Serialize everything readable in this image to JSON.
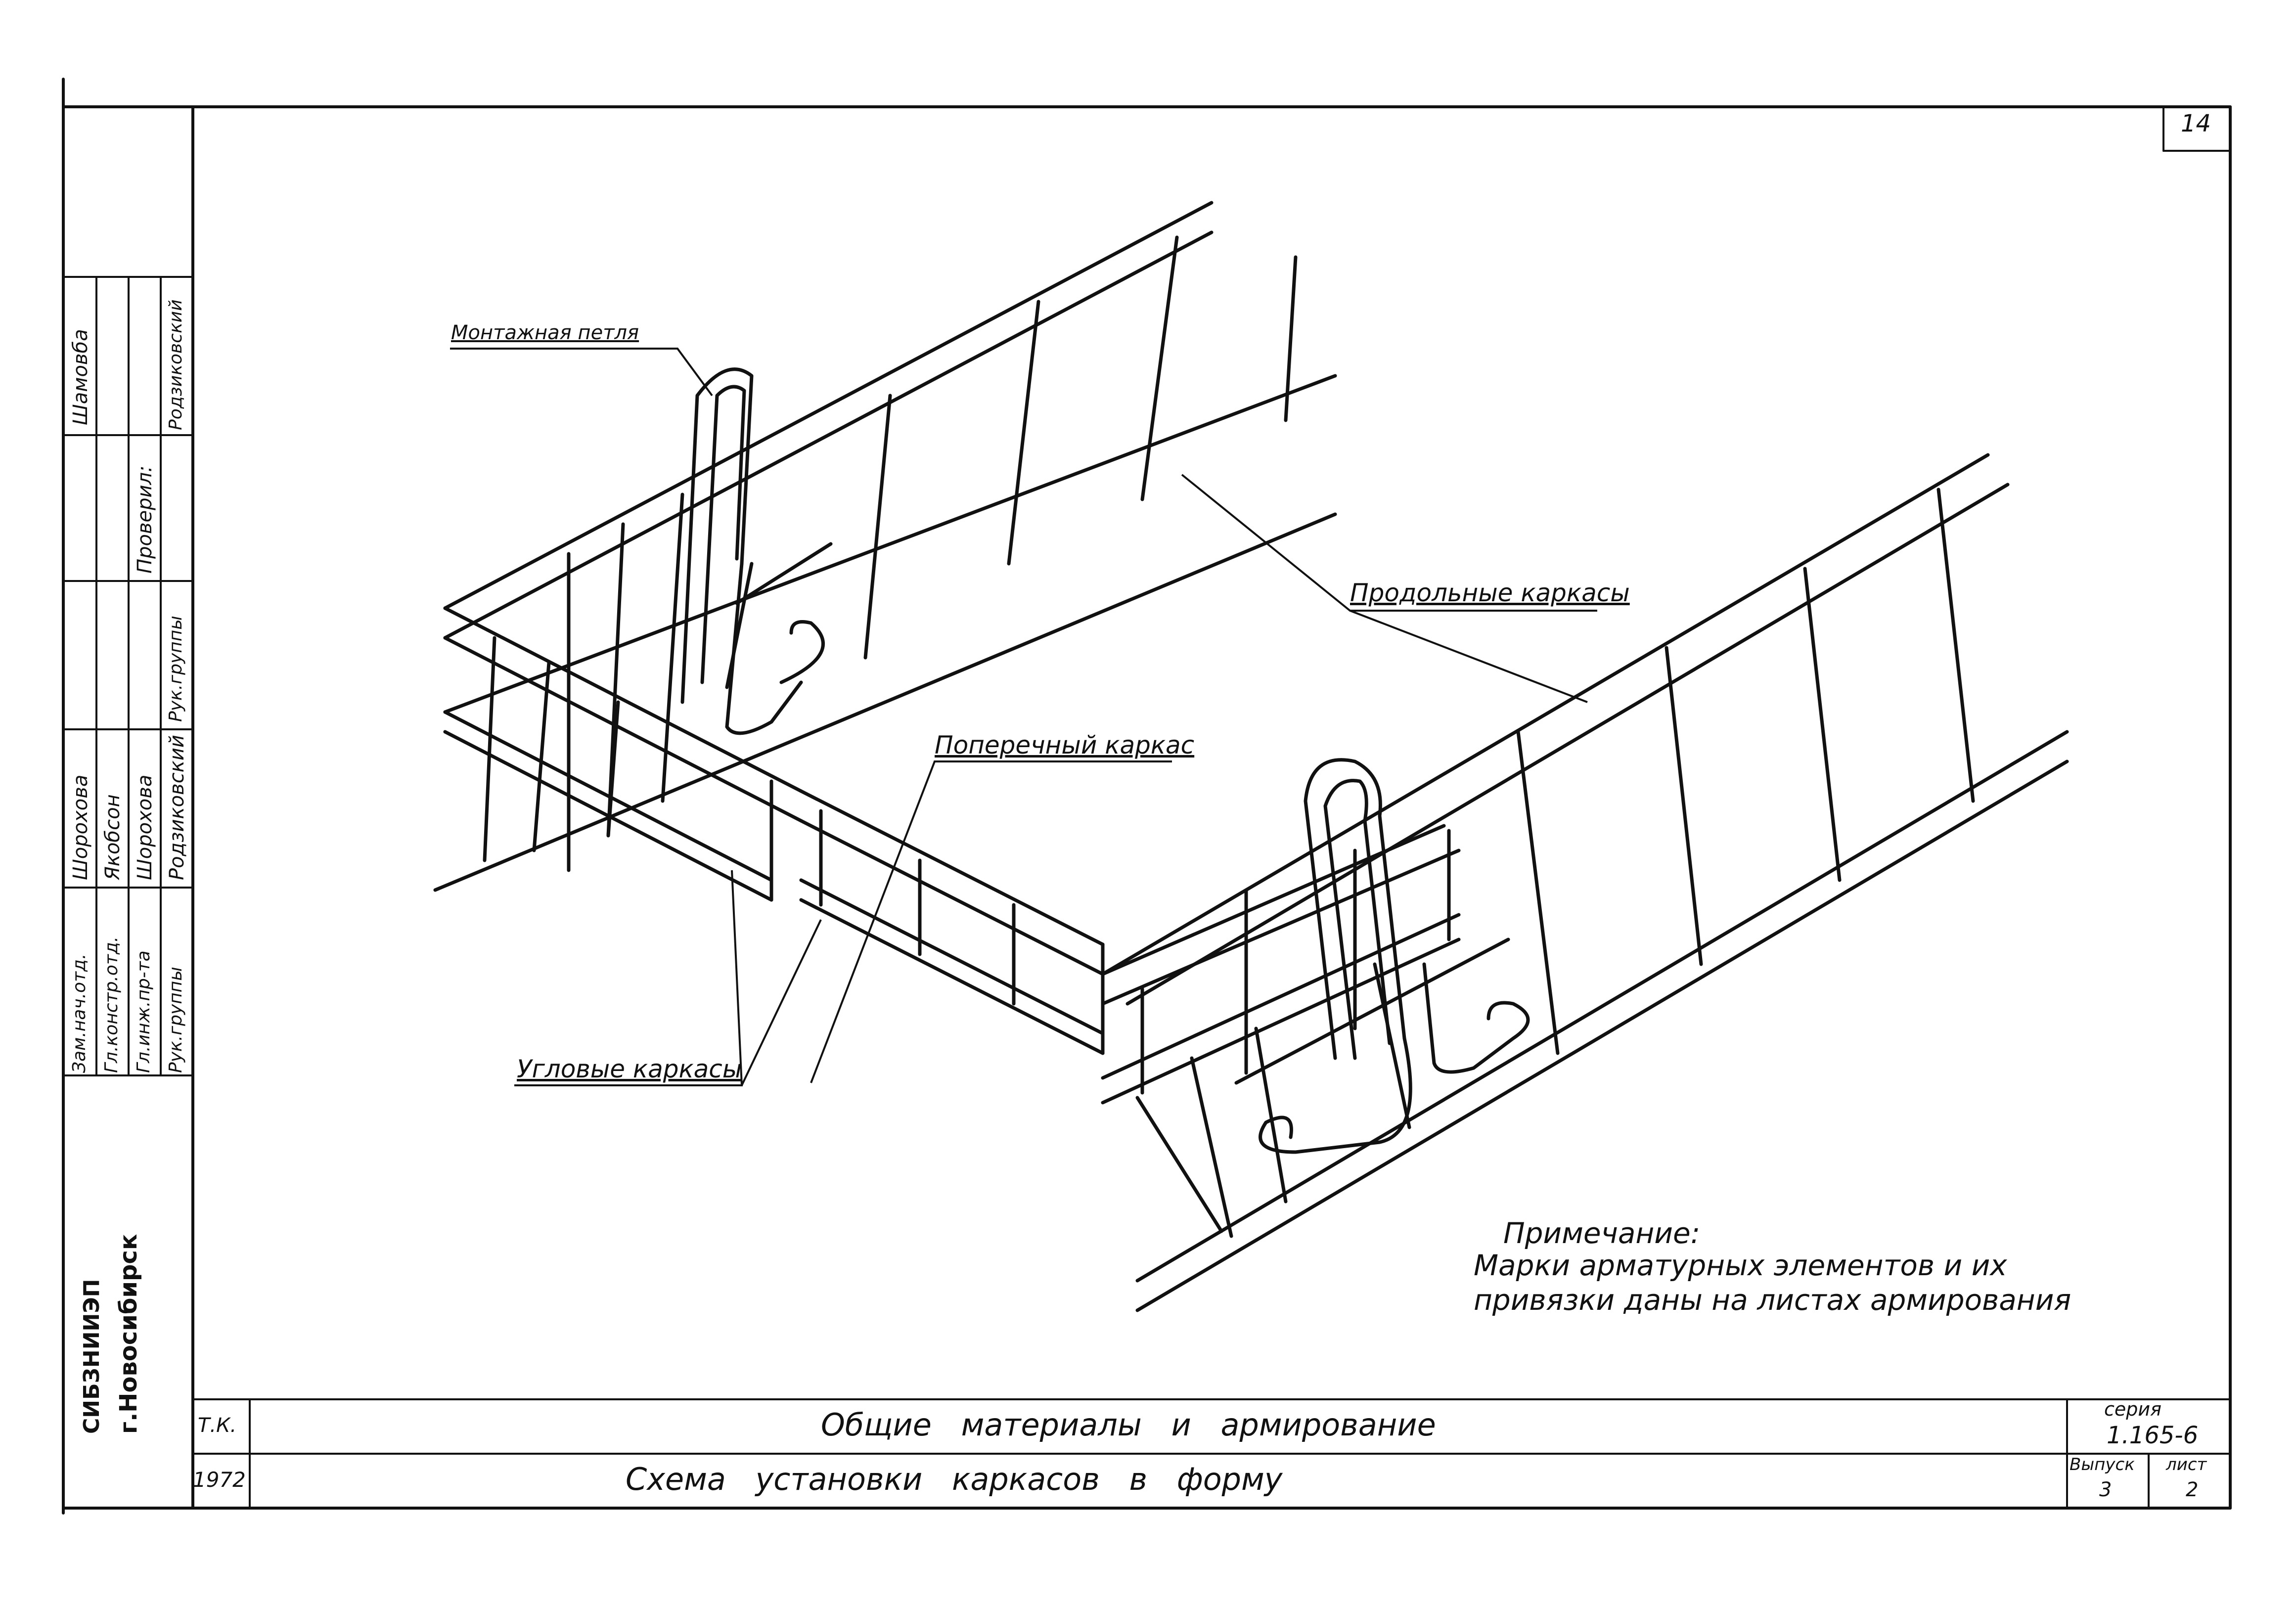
{
  "page_number": "14",
  "labels": {
    "mounting_loop": "Монтажная петля",
    "longitudinal_frames": "Продольные каркасы",
    "transverse_frame": "Поперечный каркас",
    "corner_frames": "Угловые каркасы"
  },
  "note": {
    "heading": "Примечание:",
    "line1": "Марки арматурных элементов и их",
    "line2": "привязки даны на листах армирования"
  },
  "side_block": {
    "city": "г.Новосибирск",
    "institute": "СИБЗНИИЭП",
    "roles": [
      "Зам.нач.отд.",
      "Гл.констр.отд.",
      "Гл.инж.пр-та",
      "Рук.группы"
    ],
    "names": [
      "Шорохова",
      "Якобсон",
      "Шорохова",
      "Родзиковский"
    ],
    "checked_label": "Проверил:",
    "checked_role": "Рук.группы",
    "checked_name": "Родзиковский",
    "top_names": [
      "Шамовба"
    ]
  },
  "title_block": {
    "org": "Т.К.",
    "year": "1972",
    "title_line1": "Общие материалы и армирование",
    "title_line2": "Схема установки каркасов в форму",
    "series_label": "серия",
    "series_value": "1.165-6",
    "issue_label": "Выпуск",
    "issue_value": "3",
    "sheet_label": "лист",
    "sheet_value": "2"
  }
}
